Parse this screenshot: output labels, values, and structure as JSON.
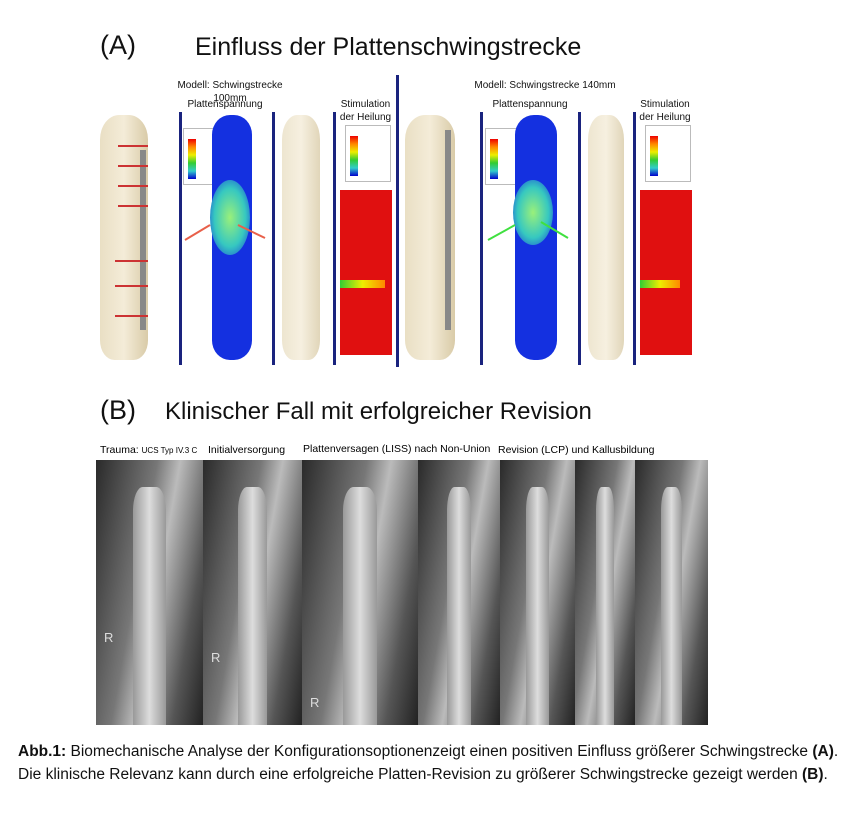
{
  "partA": {
    "label": "(A)",
    "title": "Einfluss der Plattenschwingstrecke",
    "left": {
      "model": "Modell: Schwingstrecke 100mm",
      "stress": "Plattenspannung",
      "stim1": "Stimulation",
      "stim2": "der Heilung",
      "arrow_color": "#e8604a"
    },
    "right": {
      "model": "Modell: Schwingstrecke 140mm",
      "stress": "Plattenspannung",
      "stim1": "Stimulation",
      "stim2": "der Heilung",
      "arrow_color": "#40e040"
    }
  },
  "partB": {
    "label": "(B)",
    "title": "Klinischer Fall mit erfolgreicher Revision",
    "labels": {
      "trauma": "Trauma:",
      "trauma_small": "UCS Typ IV.3 C",
      "initial": "Initialversorgung",
      "failure": "Plattenversagen (LISS) nach Non-Union",
      "revision": "Revision (LCP) und Kallusbildung"
    },
    "xray_marker": "R"
  },
  "caption": {
    "bold1": "Abb.1:",
    "text1": " Biomechanische Analyse der Konfigurationsoptionenzeigt einen positiven Einfluss größerer Schwingstrecke ",
    "bold2": "(A)",
    "text2": ". Die klinische Relevanz kann durch eine erfolgreiche Platten-Revision zu größerer Schwingstrecke gezeigt werden ",
    "bold3": "(B)",
    "text3": "."
  }
}
